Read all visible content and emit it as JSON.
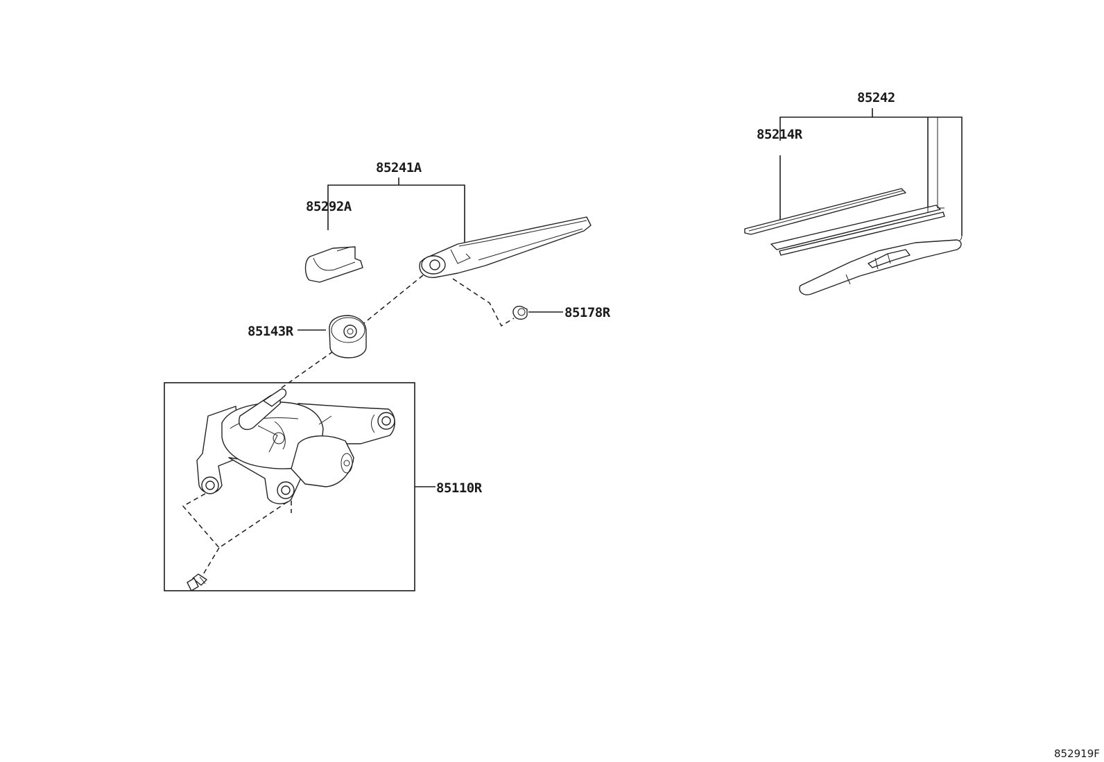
{
  "labels": {
    "wiper_blade_assembly": "85242",
    "blade_rubber": "85214R",
    "wiper_arm": "85241A",
    "arm_head_cap": "85292A",
    "pivot_nut": "85178R",
    "pivot_cap": "85143R",
    "wiper_motor": "85110R"
  },
  "figure_ref": "852919F"
}
